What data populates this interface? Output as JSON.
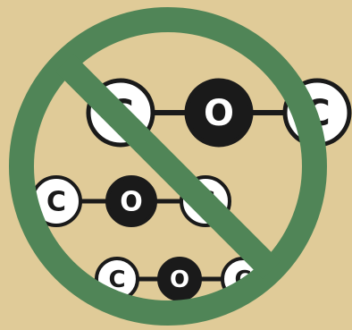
{
  "colors": {
    "background": "#E0CB98",
    "prohibition": "#508557",
    "bond": "#1A1A1A",
    "carbon_fill": "#FFFFFF",
    "oxygen_fill": "#1A1A1A",
    "atom_outline": "#1A1A1A"
  },
  "icon": "no-ether-molecules-sign",
  "molecules": [
    {
      "atoms": [
        "C",
        "O",
        "C"
      ]
    },
    {
      "atoms": [
        "C",
        "O",
        "C"
      ]
    },
    {
      "atoms": [
        "C",
        "O",
        "C"
      ]
    }
  ]
}
